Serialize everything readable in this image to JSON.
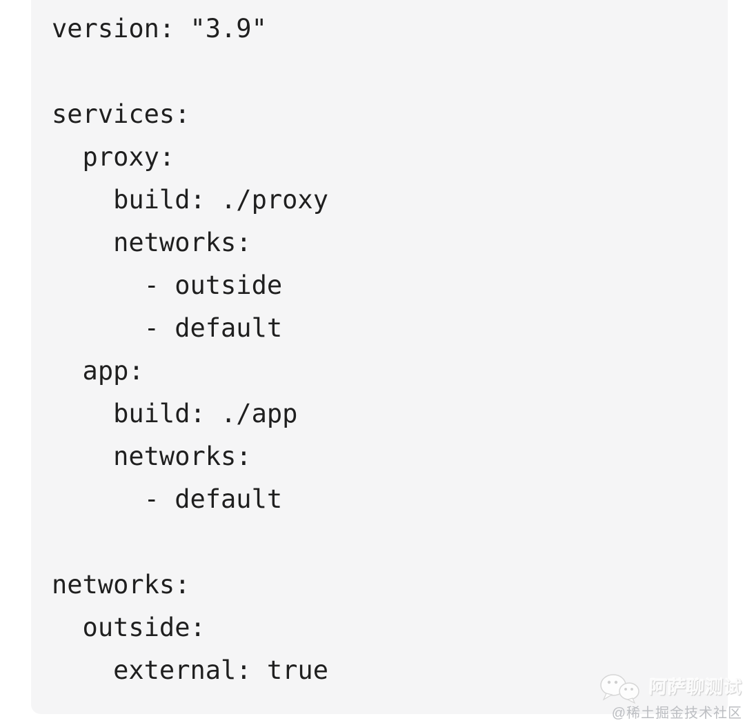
{
  "code": {
    "language": "yaml",
    "text": "version: \"3.9\"\n\nservices:\n  proxy:\n    build: ./proxy\n    networks:\n      - outside\n      - default\n  app:\n    build: ./app\n    networks:\n      - default\n\nnetworks:\n  outside:\n    external: true"
  },
  "watermark": {
    "title": "阿萨聊测试",
    "subtitle": "@稀土掘金技术社区"
  },
  "colors": {
    "panel_background": "#f5f5f6",
    "code_text": "#1f1f1f",
    "page_background": "#ffffff",
    "watermark_title": "#fbfbfb",
    "watermark_subtitle": "#bcbec2"
  }
}
